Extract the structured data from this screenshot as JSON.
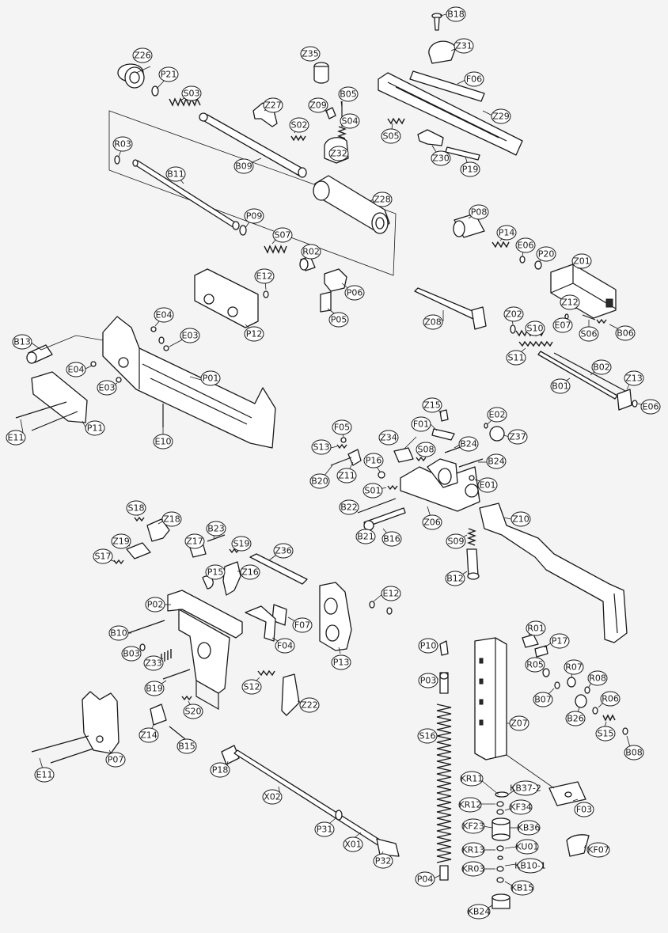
{
  "labels": {
    "B18": "B18",
    "Z31": "Z31",
    "F06": "F06",
    "Z29": "Z29",
    "Z26": "Z26",
    "P21": "P21",
    "S03": "S03",
    "Z35": "Z35",
    "Z27": "Z27",
    "Z09": "Z09",
    "B05": "B05",
    "S04": "S04",
    "S02": "S02",
    "Z32": "Z32",
    "S05": "S05",
    "Z30": "Z30",
    "P19": "P19",
    "R03": "R03",
    "B09": "B09",
    "B11": "B11",
    "Z28": "Z28",
    "P09": "P09",
    "S07": "S07",
    "R02": "R02",
    "P06": "P06",
    "P05": "P05",
    "P08": "P08",
    "P14": "P14",
    "E06a": "E06",
    "P20": "P20",
    "Z01": "Z01",
    "Z12": "Z12",
    "E07": "E07",
    "S06": "S06",
    "B06": "B06",
    "Z08": "Z08",
    "Z02": "Z02",
    "S10": "S10",
    "S11": "S11",
    "B02": "B02",
    "B01": "B01",
    "Z13": "Z13",
    "E06b": "E06",
    "E12a": "E12",
    "P12": "P12",
    "E04a": "E04",
    "E03a": "E03",
    "B13": "B13",
    "E04b": "E04",
    "E03b": "E03",
    "P01": "P01",
    "E11a": "E11",
    "P11": "P11",
    "E10": "E10",
    "Z15": "Z15",
    "F01": "F01",
    "E02": "E02",
    "Z37": "Z37",
    "F05": "F05",
    "S13": "S13",
    "Z34": "Z34",
    "S08": "S08",
    "B24a": "B24",
    "B24b": "B24",
    "B20": "B20",
    "Z11": "Z11",
    "P16": "P16",
    "S01": "S01",
    "E01": "E01",
    "B22": "B22",
    "Z06": "Z06",
    "Z10": "Z10",
    "B21": "B21",
    "B16": "B16",
    "S09": "S09",
    "B12": "B12",
    "S18": "S18",
    "Z18": "Z18",
    "Z19": "Z19",
    "Z17": "Z17",
    "B23": "B23",
    "S19": "S19",
    "Z36": "Z36",
    "S17": "S17",
    "P15": "P15",
    "Z16": "Z16",
    "P02": "P02",
    "E12b": "E12",
    "F07": "F07",
    "B10": "B10",
    "B03": "B03",
    "F04": "F04",
    "P13": "P13",
    "Z33": "Z33",
    "S12": "S12",
    "B19": "B19",
    "Z22": "Z22",
    "S20": "S20",
    "Z14": "Z14",
    "B15a": "B15",
    "P07": "P07",
    "E11b": "E11",
    "P18": "P18",
    "X02": "X02",
    "P31": "P31",
    "X01": "X01",
    "P32": "P32",
    "P10": "P10",
    "R01": "R01",
    "P17": "P17",
    "R05": "R05",
    "R07": "R07",
    "P03": "P03",
    "R08": "R08",
    "B07": "B07",
    "R06": "R06",
    "B26": "B26",
    "S15": "S15",
    "S16": "S16",
    "Z07": "Z07",
    "B08": "B08",
    "KR11": "KR11",
    "KB37": "KB37-2",
    "F03": "F03",
    "KR12": "KR12",
    "KF34": "KF34",
    "KF23": "KF23",
    "KB36": "KB36",
    "KR13": "KR13",
    "KU01": "KU01",
    "KF07": "KF07",
    "KR03": "KR03",
    "KB10": "KB10-1",
    "P04": "P04",
    "KB15": "KB15",
    "KB24": "KB24"
  }
}
